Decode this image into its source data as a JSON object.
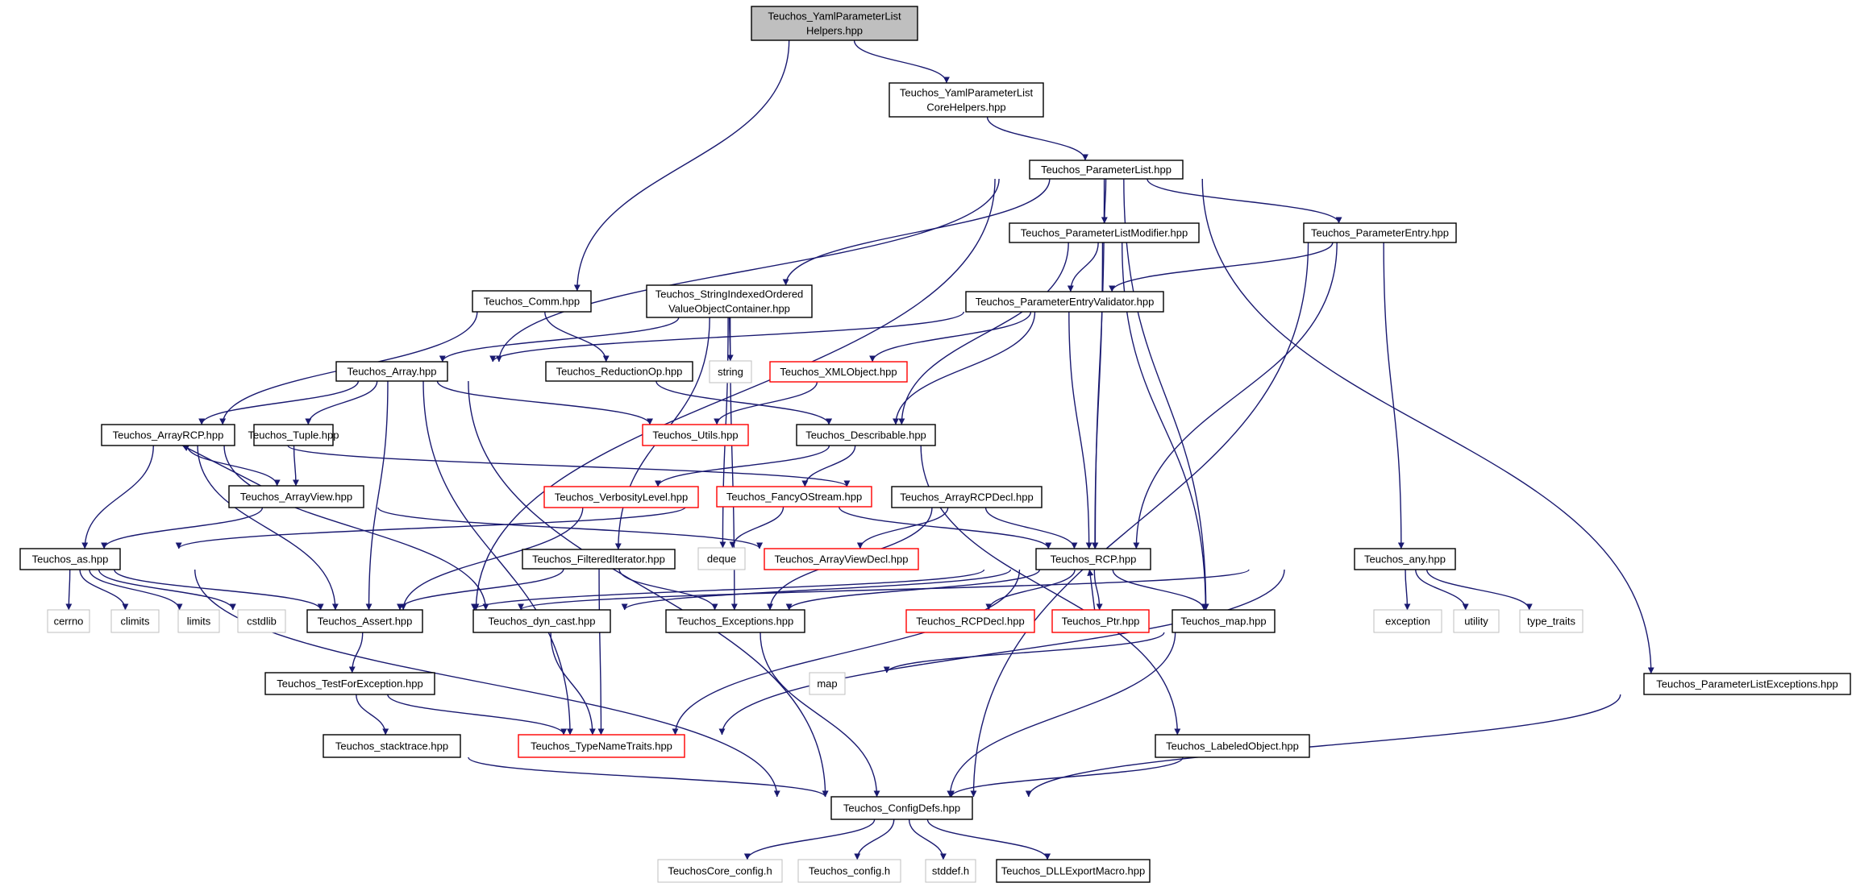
{
  "nodes": [
    {
      "id": "yaml_helpers",
      "lines": [
        "Teuchos_YamlParameterList",
        "Helpers.hpp"
      ],
      "kind": "root"
    },
    {
      "id": "yaml_core",
      "lines": [
        "Teuchos_YamlParameterList",
        "CoreHelpers.hpp"
      ],
      "kind": "normal"
    },
    {
      "id": "paramlist",
      "lines": [
        "Teuchos_ParameterList.hpp"
      ],
      "kind": "normal"
    },
    {
      "id": "plmodifier",
      "lines": [
        "Teuchos_ParameterListModifier.hpp"
      ],
      "kind": "normal"
    },
    {
      "id": "pentry",
      "lines": [
        "Teuchos_ParameterEntry.hpp"
      ],
      "kind": "normal"
    },
    {
      "id": "comm",
      "lines": [
        "Teuchos_Comm.hpp"
      ],
      "kind": "normal"
    },
    {
      "id": "sioc",
      "lines": [
        "Teuchos_StringIndexedOrdered",
        "ValueObjectContainer.hpp"
      ],
      "kind": "normal"
    },
    {
      "id": "pevalidator",
      "lines": [
        "Teuchos_ParameterEntryValidator.hpp"
      ],
      "kind": "normal"
    },
    {
      "id": "array",
      "lines": [
        "Teuchos_Array.hpp"
      ],
      "kind": "normal"
    },
    {
      "id": "reductionop",
      "lines": [
        "Teuchos_ReductionOp.hpp"
      ],
      "kind": "normal"
    },
    {
      "id": "string",
      "lines": [
        "string"
      ],
      "kind": "external"
    },
    {
      "id": "xmlobject",
      "lines": [
        "Teuchos_XMLObject.hpp"
      ],
      "kind": "truncated"
    },
    {
      "id": "arrayrcp",
      "lines": [
        "Teuchos_ArrayRCP.hpp"
      ],
      "kind": "normal"
    },
    {
      "id": "tuple",
      "lines": [
        "Teuchos_Tuple.hpp"
      ],
      "kind": "normal"
    },
    {
      "id": "utils",
      "lines": [
        "Teuchos_Utils.hpp"
      ],
      "kind": "truncated"
    },
    {
      "id": "describable",
      "lines": [
        "Teuchos_Describable.hpp"
      ],
      "kind": "normal"
    },
    {
      "id": "arrayview",
      "lines": [
        "Teuchos_ArrayView.hpp"
      ],
      "kind": "normal"
    },
    {
      "id": "verbosity",
      "lines": [
        "Teuchos_VerbosityLevel.hpp"
      ],
      "kind": "truncated"
    },
    {
      "id": "fancyostream",
      "lines": [
        "Teuchos_FancyOStream.hpp"
      ],
      "kind": "truncated"
    },
    {
      "id": "arrayrcpdecl",
      "lines": [
        "Teuchos_ArrayRCPDecl.hpp"
      ],
      "kind": "normal"
    },
    {
      "id": "as",
      "lines": [
        "Teuchos_as.hpp"
      ],
      "kind": "normal"
    },
    {
      "id": "filtered",
      "lines": [
        "Teuchos_FilteredIterator.hpp"
      ],
      "kind": "normal"
    },
    {
      "id": "deque",
      "lines": [
        "deque"
      ],
      "kind": "external"
    },
    {
      "id": "arrayviewdecl",
      "lines": [
        "Teuchos_ArrayViewDecl.hpp"
      ],
      "kind": "truncated"
    },
    {
      "id": "rcp",
      "lines": [
        "Teuchos_RCP.hpp"
      ],
      "kind": "normal"
    },
    {
      "id": "any",
      "lines": [
        "Teuchos_any.hpp"
      ],
      "kind": "normal"
    },
    {
      "id": "cerrno",
      "lines": [
        "cerrno"
      ],
      "kind": "external"
    },
    {
      "id": "climits",
      "lines": [
        "climits"
      ],
      "kind": "external"
    },
    {
      "id": "limits",
      "lines": [
        "limits"
      ],
      "kind": "external"
    },
    {
      "id": "cstdlib",
      "lines": [
        "cstdlib"
      ],
      "kind": "external"
    },
    {
      "id": "assert",
      "lines": [
        "Teuchos_Assert.hpp"
      ],
      "kind": "normal"
    },
    {
      "id": "dyncast",
      "lines": [
        "Teuchos_dyn_cast.hpp"
      ],
      "kind": "normal"
    },
    {
      "id": "exceptions",
      "lines": [
        "Teuchos_Exceptions.hpp"
      ],
      "kind": "normal"
    },
    {
      "id": "rcpdecl",
      "lines": [
        "Teuchos_RCPDecl.hpp"
      ],
      "kind": "truncated"
    },
    {
      "id": "ptr",
      "lines": [
        "Teuchos_Ptr.hpp"
      ],
      "kind": "truncated"
    },
    {
      "id": "map_hpp",
      "lines": [
        "Teuchos_map.hpp"
      ],
      "kind": "normal"
    },
    {
      "id": "exception",
      "lines": [
        "exception"
      ],
      "kind": "external"
    },
    {
      "id": "utility",
      "lines": [
        "utility"
      ],
      "kind": "external"
    },
    {
      "id": "type_traits",
      "lines": [
        "type_traits"
      ],
      "kind": "external"
    },
    {
      "id": "testforexc",
      "lines": [
        "Teuchos_TestForException.hpp"
      ],
      "kind": "normal"
    },
    {
      "id": "map",
      "lines": [
        "map"
      ],
      "kind": "external"
    },
    {
      "id": "plexceptions",
      "lines": [
        "Teuchos_ParameterListExceptions.hpp"
      ],
      "kind": "normal"
    },
    {
      "id": "stacktrace",
      "lines": [
        "Teuchos_stacktrace.hpp"
      ],
      "kind": "normal"
    },
    {
      "id": "typenametraits",
      "lines": [
        "Teuchos_TypeNameTraits.hpp"
      ],
      "kind": "truncated"
    },
    {
      "id": "labeledobject",
      "lines": [
        "Teuchos_LabeledObject.hpp"
      ],
      "kind": "normal"
    },
    {
      "id": "configdefs",
      "lines": [
        "Teuchos_ConfigDefs.hpp"
      ],
      "kind": "normal"
    },
    {
      "id": "corecfg",
      "lines": [
        "TeuchosCore_config.h"
      ],
      "kind": "external"
    },
    {
      "id": "tconfig",
      "lines": [
        "Teuchos_config.h"
      ],
      "kind": "external"
    },
    {
      "id": "stddef",
      "lines": [
        "stddef.h"
      ],
      "kind": "external"
    },
    {
      "id": "dllexport",
      "lines": [
        "Teuchos_DLLExportMacro.hpp"
      ],
      "kind": "normal"
    }
  ],
  "edges": [
    [
      "yaml_helpers",
      "yaml_core"
    ],
    [
      "yaml_helpers",
      "comm"
    ],
    [
      "yaml_core",
      "paramlist"
    ],
    [
      "paramlist",
      "plmodifier"
    ],
    [
      "paramlist",
      "pentry"
    ],
    [
      "paramlist",
      "sioc"
    ],
    [
      "paramlist",
      "array"
    ],
    [
      "paramlist",
      "rcp"
    ],
    [
      "paramlist",
      "assert"
    ],
    [
      "paramlist",
      "map_hpp"
    ],
    [
      "paramlist",
      "plexceptions"
    ],
    [
      "plmodifier",
      "pevalidator"
    ],
    [
      "plmodifier",
      "describable"
    ],
    [
      "plmodifier",
      "rcp"
    ],
    [
      "plmodifier",
      "map_hpp"
    ],
    [
      "pentry",
      "pevalidator"
    ],
    [
      "pentry",
      "rcp"
    ],
    [
      "pentry",
      "any"
    ],
    [
      "pentry",
      "configdefs"
    ],
    [
      "comm",
      "reductionop"
    ],
    [
      "comm",
      "arrayrcp"
    ],
    [
      "sioc",
      "string"
    ],
    [
      "sioc",
      "array"
    ],
    [
      "sioc",
      "filtered"
    ],
    [
      "sioc",
      "deque"
    ],
    [
      "sioc",
      "exceptions"
    ],
    [
      "pevalidator",
      "xmlobject"
    ],
    [
      "pevalidator",
      "describable"
    ],
    [
      "pevalidator",
      "rcp"
    ],
    [
      "pevalidator",
      "array"
    ],
    [
      "array",
      "arrayrcp"
    ],
    [
      "array",
      "tuple"
    ],
    [
      "array",
      "utils"
    ],
    [
      "array",
      "assert"
    ],
    [
      "array",
      "typenametraits"
    ],
    [
      "array",
      "configdefs"
    ],
    [
      "reductionop",
      "describable"
    ],
    [
      "xmlobject",
      "utils"
    ],
    [
      "arrayrcp",
      "arrayview"
    ],
    [
      "arrayrcp",
      "as"
    ],
    [
      "arrayrcp",
      "assert"
    ],
    [
      "arrayrcp",
      "dyncast"
    ],
    [
      "arrayrcp",
      "arrayrcpdecl"
    ],
    [
      "tuple",
      "arrayview"
    ],
    [
      "arrayview",
      "arrayrcp"
    ],
    [
      "arrayview",
      "as"
    ],
    [
      "arrayview",
      "arrayviewdecl"
    ],
    [
      "describable",
      "verbosity"
    ],
    [
      "describable",
      "fancyostream"
    ],
    [
      "describable",
      "labeledobject"
    ],
    [
      "verbosity",
      "assert"
    ],
    [
      "fancyostream",
      "deque"
    ],
    [
      "fancyostream",
      "rcp"
    ],
    [
      "fancyostream",
      "as"
    ],
    [
      "arrayrcpdecl",
      "arrayviewdecl"
    ],
    [
      "arrayrcpdecl",
      "rcp"
    ],
    [
      "arrayrcpdecl",
      "exceptions"
    ],
    [
      "as",
      "cerrno"
    ],
    [
      "as",
      "climits"
    ],
    [
      "as",
      "limits"
    ],
    [
      "as",
      "cstdlib"
    ],
    [
      "as",
      "assert"
    ],
    [
      "as",
      "configdefs"
    ],
    [
      "filtered",
      "assert"
    ],
    [
      "filtered",
      "exceptions"
    ],
    [
      "filtered",
      "typenametraits"
    ],
    [
      "rcp",
      "rcpdecl"
    ],
    [
      "rcp",
      "ptr"
    ],
    [
      "rcp",
      "assert"
    ],
    [
      "rcp",
      "exceptions"
    ],
    [
      "rcp",
      "dyncast"
    ],
    [
      "rcp",
      "map_hpp"
    ],
    [
      "rcp",
      "typenametraits"
    ],
    [
      "ptr",
      "rcp"
    ],
    [
      "any",
      "assert"
    ],
    [
      "any",
      "exception"
    ],
    [
      "any",
      "utility"
    ],
    [
      "any",
      "type_traits"
    ],
    [
      "any",
      "typenametraits"
    ],
    [
      "assert",
      "testforexc"
    ],
    [
      "dyncast",
      "typenametraits"
    ],
    [
      "exceptions",
      "configdefs"
    ],
    [
      "map_hpp",
      "map"
    ],
    [
      "map_hpp",
      "configdefs"
    ],
    [
      "testforexc",
      "stacktrace"
    ],
    [
      "testforexc",
      "typenametraits"
    ],
    [
      "plexceptions",
      "configdefs"
    ],
    [
      "stacktrace",
      "configdefs"
    ],
    [
      "labeledobject",
      "configdefs"
    ],
    [
      "configdefs",
      "corecfg"
    ],
    [
      "configdefs",
      "tconfig"
    ],
    [
      "configdefs",
      "stddef"
    ],
    [
      "configdefs",
      "dllexport"
    ]
  ],
  "colors": {
    "edge": "#191970",
    "root_fill": "#bfbfbf",
    "root_border": "#000000",
    "normal_border": "#000000",
    "truncated_border": "#ff0000",
    "external_border": "#bfbfbf",
    "text": "#000000",
    "background": "#ffffff"
  }
}
